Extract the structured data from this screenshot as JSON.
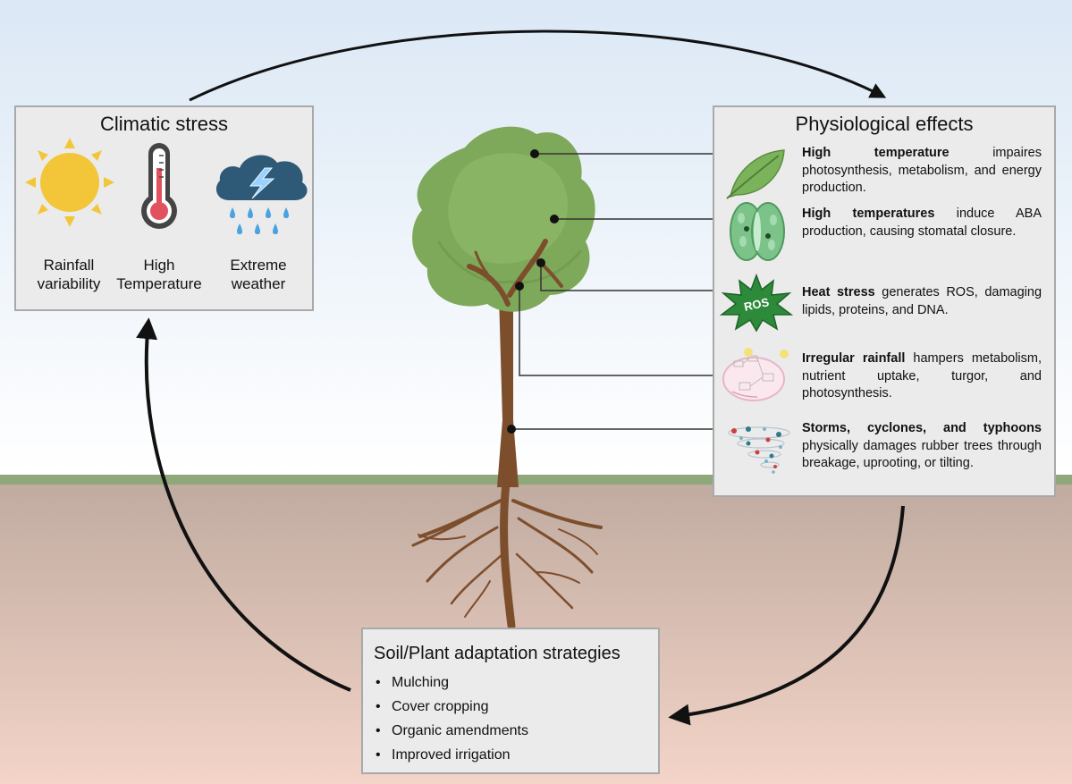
{
  "climatic_stress": {
    "title": "Climatic stress",
    "items": [
      {
        "icon": "sun-icon",
        "label_line1": "Rainfall",
        "label_line2": "variability"
      },
      {
        "icon": "thermometer-icon",
        "label_line1": "High",
        "label_line2": "Temperature"
      },
      {
        "icon": "storm-cloud-icon",
        "label_line1": "Extreme",
        "label_line2": "weather"
      }
    ]
  },
  "physiological_effects": {
    "title": "Physiological effects",
    "items": [
      {
        "icon": "leaf-icon",
        "bold": "High temperature",
        "text": " impaires photosynthesis, metabolism, and energy production."
      },
      {
        "icon": "stomata-icon",
        "bold": "High temperatures",
        "text": " induce ABA production, causing stomatal closure."
      },
      {
        "icon": "ros-burst-icon",
        "icon_label": "ROS",
        "bold": "Heat stress",
        "text": " generates ROS, damaging lipids, proteins, and DNA."
      },
      {
        "icon": "cell-metabolism-icon",
        "bold": "Irregular rainfall",
        "text": " hampers metabolism, nutrient uptake, turgor, and photosynthesis."
      },
      {
        "icon": "cyclone-icon",
        "bold": "Storms, cyclones, and typhoons",
        "text": " physically damages rubber trees through breakage, uprooting, or tilting."
      }
    ]
  },
  "adaptation": {
    "title": "Soil/Plant adaptation strategies",
    "items": [
      "Mulching",
      "Cover cropping",
      "Organic amendments",
      "Improved irrigation"
    ]
  },
  "colors": {
    "sky_top": "#dde9f5",
    "ground_line": "#8fa87a",
    "soil_top": "#c2aea3",
    "soil_bottom": "#f2d2c6",
    "canopy": "#7faa5a",
    "trunk": "#7d4e2c",
    "panel_bg": "#ebebeb",
    "sun": "#f3c63a",
    "storm_cloud": "#2e5a78"
  }
}
